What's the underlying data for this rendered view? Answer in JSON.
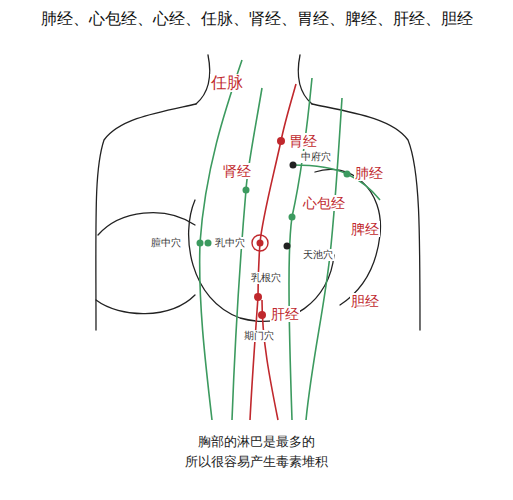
{
  "diagram": {
    "title": "肺经、心包经、心经、任脉、肾经、胃经、脾经、肝经、胆经",
    "caption": "胸部的淋巴是最多的 所以很容易产生毒素堆积",
    "labels": [
      "任脉",
      "胃经",
      "肾经",
      "中府穴",
      "肺经",
      "心包经",
      "脾经",
      "膻中穴",
      "乳中穴",
      "天池穴",
      "乳根穴",
      "胆经",
      "肝经",
      "期门穴"
    ]
  }
}
